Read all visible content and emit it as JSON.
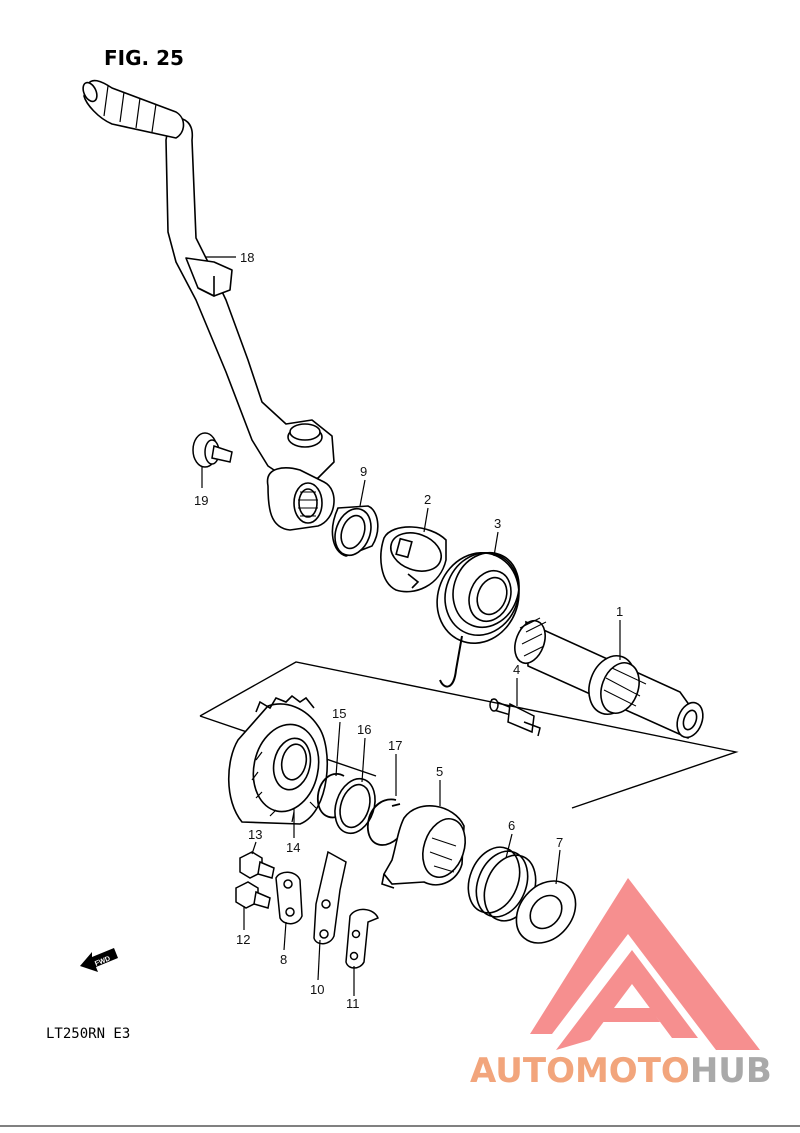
{
  "figure_title": "FIG. 25",
  "model_code": "LT250RN  E3",
  "fwd_label": "FWD",
  "watermark": {
    "prefix": "AUTOMOTO",
    "suffix": "HUB",
    "prefix_color": "#f2a57c",
    "suffix_color": "#a9a9a9",
    "logo_color": "#f47b7b"
  },
  "callouts": {
    "p1": "1",
    "p2": "2",
    "p3": "3",
    "p4": "4",
    "p5": "5",
    "p6": "6",
    "p7": "7",
    "p8": "8",
    "p9": "9",
    "p10": "10",
    "p11": "11",
    "p12": "12",
    "p13": "13",
    "p14": "14",
    "p15": "15",
    "p16": "16",
    "p17": "17",
    "p18": "18",
    "p19": "19"
  }
}
